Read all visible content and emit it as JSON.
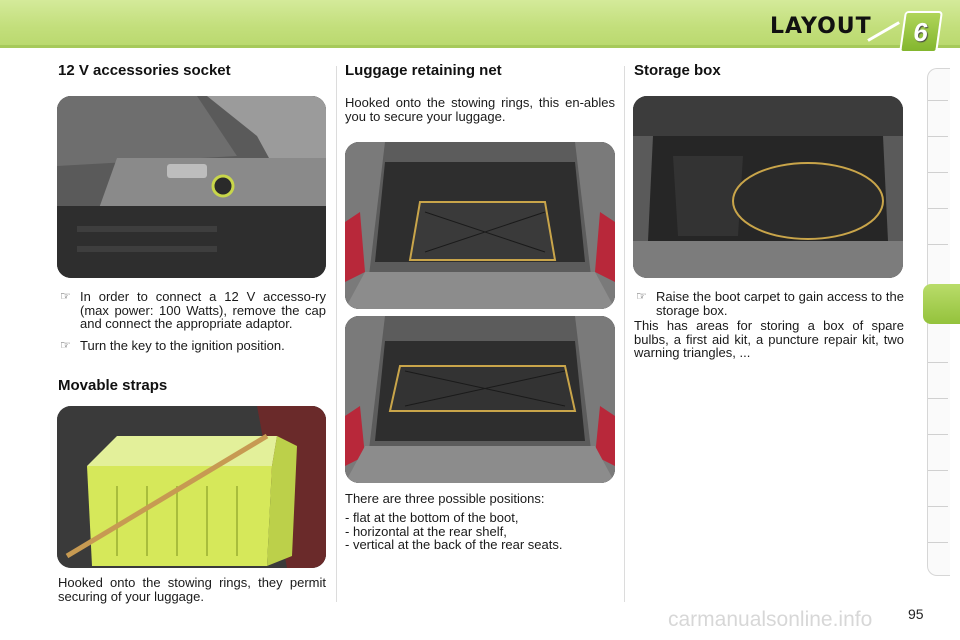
{
  "header": {
    "chapter_title": "LAYOUT",
    "chapter_number": "6"
  },
  "left_column": {
    "socket_heading": "12 V accessories socket",
    "socket_bullets": [
      "In order to connect a 12 V accesso-ry (max power: 100 Watts), remove the cap and connect the appropriate adaptor.",
      "Turn the key to the ignition position."
    ],
    "straps_heading": "Movable straps",
    "straps_text": "Hooked onto the stowing rings, they permit securing of your luggage."
  },
  "middle_column": {
    "net_heading": "Luggage retaining net",
    "net_intro": "Hooked onto the stowing rings, this en-ables you to secure your luggage.",
    "positions_intro": "There are three possible positions:",
    "positions": [
      "-  flat at the bottom of the boot,",
      "-  horizontal at the rear shelf,",
      "-  vertical at the back of the rear seats."
    ]
  },
  "right_column": {
    "storage_heading": "Storage box",
    "storage_bullet": "Raise the boot carpet to gain access to the storage box.",
    "storage_text": "This has areas for storing a box of spare bulbs, a first aid kit, a puncture repair kit, two warning triangles, ..."
  },
  "footer": {
    "page_number": "95",
    "watermark": "carmanualsonline.info"
  },
  "icons": {
    "bullet_icon": "pointing-hand-icon"
  },
  "colors": {
    "header_green": "#c3df7c",
    "accent_green": "#94c23c",
    "net_rope": "#c9a54a",
    "crate_yellow": "#d6e85a"
  }
}
